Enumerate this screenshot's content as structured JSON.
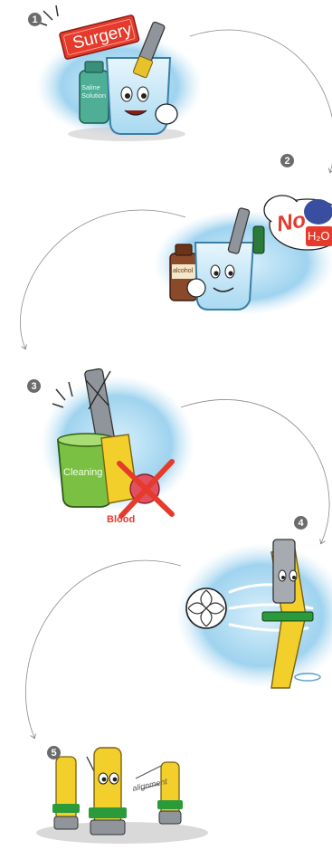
{
  "steps": [
    {
      "number": "1",
      "sign": "Surgery",
      "bottle_label": "Saline\nSolution"
    },
    {
      "number": "2",
      "no_label": "No",
      "h2o_label": "H₂O",
      "bottle_label": "alcohol"
    },
    {
      "number": "3",
      "bucket_label": "Cleaning",
      "warning_label": "Blood"
    },
    {
      "number": "4"
    },
    {
      "number": "5",
      "note_label": "alignment"
    }
  ],
  "colors": {
    "sky": "#bfe3f5",
    "sky_deep": "#8ccbec",
    "red": "#e53a2c",
    "yellow": "#f3cf2b",
    "green": "#7ac043",
    "teal": "#4fae96",
    "brown": "#8a4a2a",
    "step_circle": "#6b6b6b"
  }
}
